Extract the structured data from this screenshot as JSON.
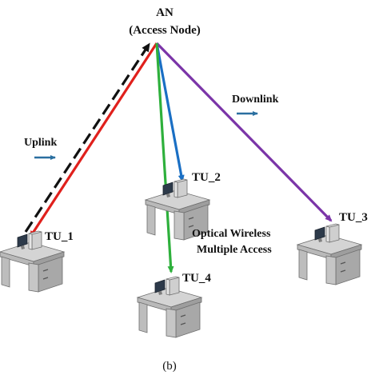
{
  "node": {
    "name": "AN",
    "full": "(Access Node)"
  },
  "labels": {
    "uplink": "Uplink",
    "downlink": "Downlink",
    "center_line1": "Optical Wireless",
    "center_line2": "Multiple Access",
    "caption": "(b)"
  },
  "terminals": [
    {
      "id": "TU_1",
      "link_color": "#e0201c"
    },
    {
      "id": "TU_2",
      "link_color": "#1a6fc4"
    },
    {
      "id": "TU_3",
      "link_color": "#7b35a8"
    },
    {
      "id": "TU_4",
      "link_color": "#2eb03c"
    }
  ],
  "colors": {
    "uplink_dash": "#111111",
    "arrow_small": "#2a6fa0",
    "desk": "#c8c8c8",
    "desk_dark": "#8e8e8e",
    "monitor": "#2d3a4a"
  },
  "icons": [
    "workstation-icon",
    "direction-arrow-icon"
  ]
}
